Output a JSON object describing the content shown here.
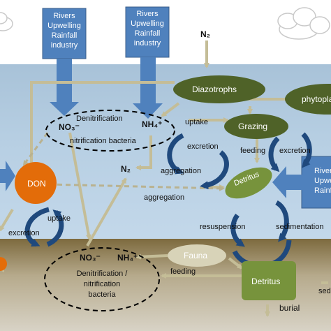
{
  "inputs": {
    "box1": "Rivers\nUpwelling\nRainfall\nindustry",
    "box2": "Rivers\nUpwelling\nRainfall\nindustry",
    "box_right": "Rivers\nUpwelling\nRainfall"
  },
  "water_column": {
    "n2_top": "N₂",
    "diazotrophs": "Diazotrophs",
    "phytoplankton": "phytoplankton",
    "grazing": "Grazing",
    "denitrification": "Denitrification",
    "no3": "NO₃⁻",
    "nh4": "NH₄⁺",
    "nitrification_bacteria": "nitrification bacteria",
    "uptake_top": "uptake",
    "excretion_right": "excretion",
    "feeding": "feeding",
    "excretion_far_right": "excretion",
    "n2_mid": "N₂",
    "aggregation_1": "aggregation",
    "aggregation_2": "aggregation",
    "detritus": "Detritus",
    "don": "DON",
    "uptake_left": "uptake",
    "excretion_left": "excretion",
    "resuspension": "resuspension",
    "sedimentation": "sedimentation"
  },
  "sediment": {
    "no3": "NO₃⁻",
    "nh4": "NH₄⁺",
    "fauna": "Fauna",
    "feeding": "feeding",
    "denitrification_nitrification": "Denitrification /\nnitrification\nbacteria",
    "detritus": "Detritus",
    "burial": "burial",
    "sed_partial": "sed"
  },
  "colors": {
    "input_box": "#4f81bd",
    "dark_green": "#4f6228",
    "light_green": "#77933c",
    "don_orange": "#e36c09",
    "cycle_arrow": "#1f497d",
    "flow_arrow": "#c4bd97"
  }
}
